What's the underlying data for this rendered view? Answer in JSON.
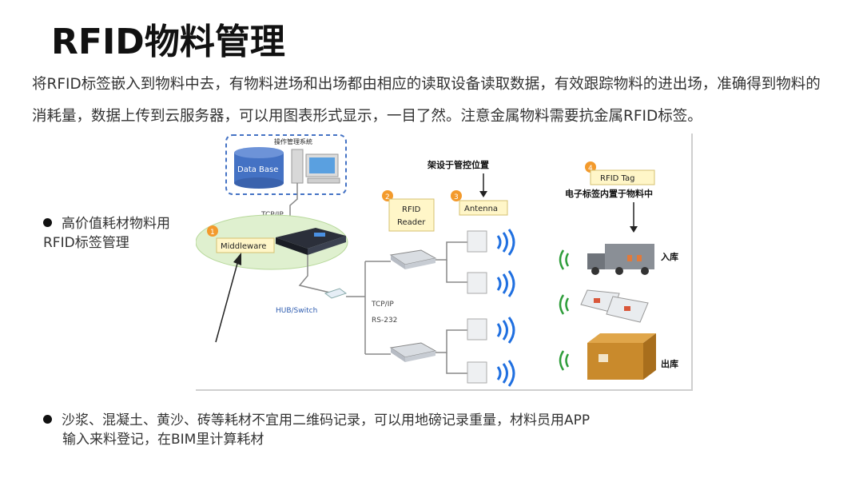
{
  "slide": {
    "title": "RFID物料管理",
    "intro": "将RFID标签嵌入到物料中去，有物料进场和出场都由相应的读取设备读取数据，有效跟踪物料的进出场，准确得到物料的消耗量，数据上传到云服务器，可以用图表形式显示，一目了然。注意金属物料需要抗金属RFID标签。",
    "bullet1": "高价值耗材物料用RFID标签管理",
    "bullet2_line1": "沙浆、混凝土、黄沙、砖等耗材不宜用二维码记录，可以用地磅记录重量，材料员用APP",
    "bullet2_line2": "输入来料登记，在BIM里计算耗材"
  },
  "diagram": {
    "system_label": "操作管理系統",
    "database_label": "Data Base",
    "tcpip_top": "TCP/IP",
    "middleware_num": "1",
    "middleware_label": "Middleware",
    "hub_label": "HUB/Switch",
    "reader_num": "2",
    "reader_label_1": "RFID",
    "reader_label_2": "Reader",
    "antenna_num": "3",
    "antenna_label": "Antenna",
    "antenna_caption": "架设于管控位置",
    "tcpip_mid": "TCP/IP",
    "rs232": "RS-232",
    "tag_num": "4",
    "tag_label": "RFID Tag",
    "tag_caption": "电子标签内置于物料中",
    "in_label": "入库",
    "out_label": "出库"
  }
}
